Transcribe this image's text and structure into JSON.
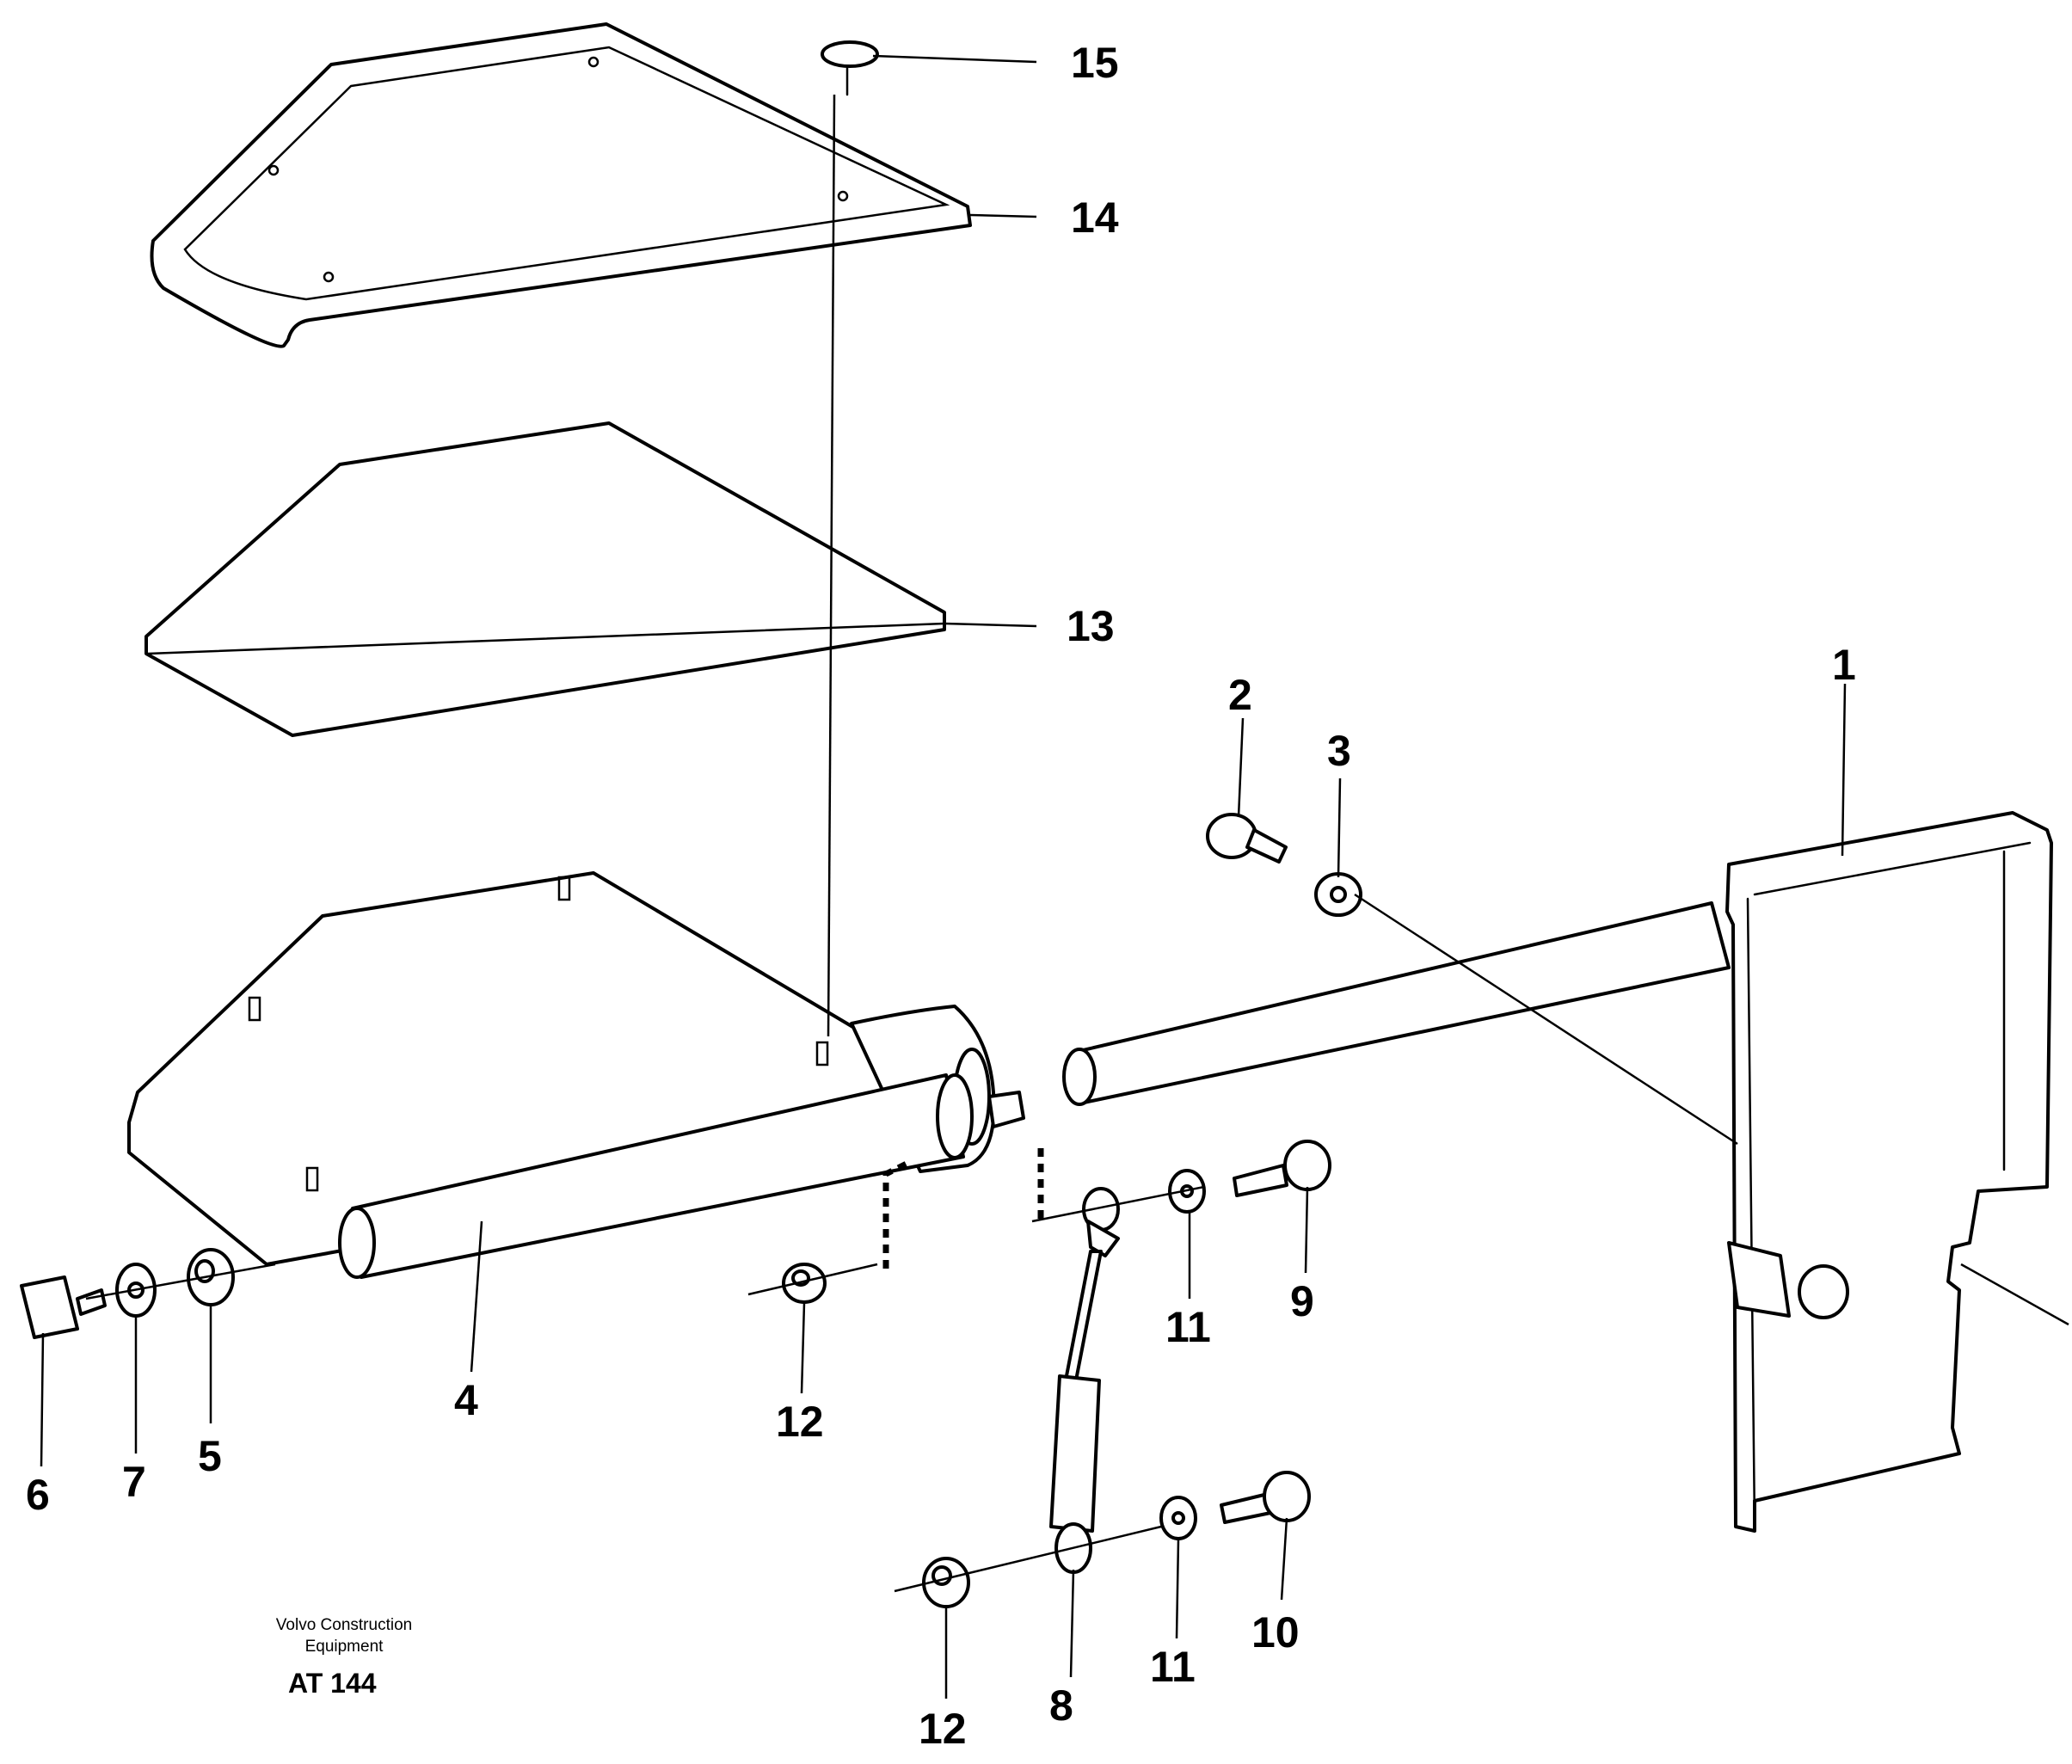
{
  "callouts": {
    "c1": "1",
    "c2": "2",
    "c3": "3",
    "c4": "4",
    "c5": "5",
    "c6": "6",
    "c7": "7",
    "c8": "8",
    "c9": "9",
    "c10": "10",
    "c11a": "11",
    "c11b": "11",
    "c12a": "12",
    "c12b": "12",
    "c13": "13",
    "c14": "14",
    "c15": "15"
  },
  "footer": {
    "publisher_line1": "Volvo Construction",
    "publisher_line2": "Equipment",
    "drawing_code": "AT 144"
  }
}
